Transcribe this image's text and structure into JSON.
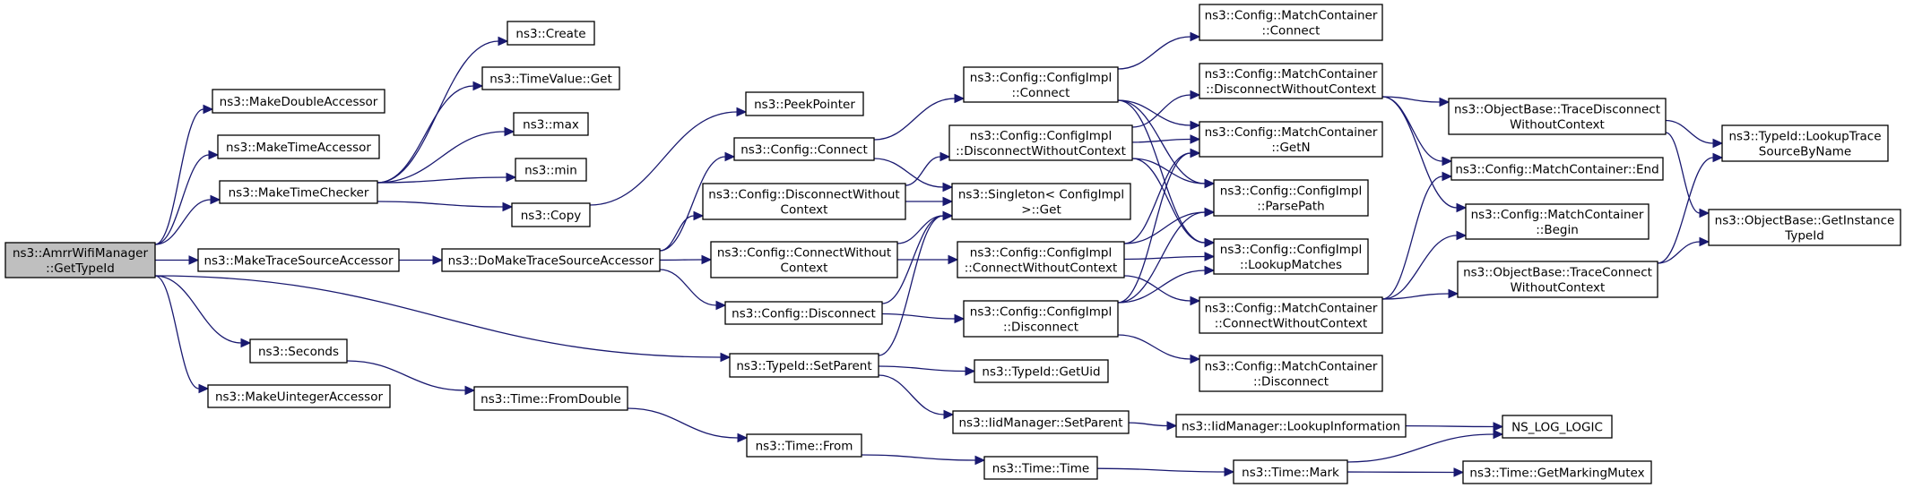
{
  "title": "Call graph of ns3::AmrrWifiManager::GetTypeId",
  "colors": {
    "edge": "#191970",
    "root_fill": "#bfbfbf",
    "node_fill": "#ffffff",
    "node_border": "#000000"
  },
  "nodes": [
    {
      "id": "root",
      "lines": [
        "ns3::AmrrWifiManager",
        "::GetTypeId"
      ],
      "root": true
    },
    {
      "id": "makeDouble",
      "lines": [
        "ns3::MakeDoubleAccessor"
      ]
    },
    {
      "id": "makeTimeAcc",
      "lines": [
        "ns3::MakeTimeAccessor"
      ]
    },
    {
      "id": "makeTimeChk",
      "lines": [
        "ns3::MakeTimeChecker"
      ]
    },
    {
      "id": "makeTraceSrc",
      "lines": [
        "ns3::MakeTraceSourceAccessor"
      ]
    },
    {
      "id": "seconds",
      "lines": [
        "ns3::Seconds"
      ]
    },
    {
      "id": "makeUint",
      "lines": [
        "ns3::MakeUintegerAccessor"
      ]
    },
    {
      "id": "create",
      "lines": [
        "ns3::Create"
      ]
    },
    {
      "id": "timeValueGet",
      "lines": [
        "ns3::TimeValue::Get"
      ]
    },
    {
      "id": "max",
      "lines": [
        "ns3::max"
      ]
    },
    {
      "id": "min",
      "lines": [
        "ns3::min"
      ]
    },
    {
      "id": "copy",
      "lines": [
        "ns3::Copy"
      ]
    },
    {
      "id": "doMakeTrace",
      "lines": [
        "ns3::DoMakeTraceSourceAccessor"
      ]
    },
    {
      "id": "fromDouble",
      "lines": [
        "ns3::Time::FromDouble"
      ]
    },
    {
      "id": "peekPointer",
      "lines": [
        "ns3::PeekPointer"
      ]
    },
    {
      "id": "cfgConnect",
      "lines": [
        "ns3::Config::Connect"
      ]
    },
    {
      "id": "cfgDiscWoC",
      "lines": [
        "ns3::Config::DisconnectWithout",
        "Context"
      ]
    },
    {
      "id": "cfgConnWoC",
      "lines": [
        "ns3::Config::ConnectWithout",
        "Context"
      ]
    },
    {
      "id": "cfgDisconnect",
      "lines": [
        "ns3::Config::Disconnect"
      ]
    },
    {
      "id": "setParent",
      "lines": [
        "ns3::TypeId::SetParent"
      ]
    },
    {
      "id": "timeFrom",
      "lines": [
        "ns3::Time::From"
      ]
    },
    {
      "id": "implConnect",
      "lines": [
        "ns3::Config::ConfigImpl",
        "::Connect"
      ]
    },
    {
      "id": "implDiscWoC",
      "lines": [
        "ns3::Config::ConfigImpl",
        "::DisconnectWithoutContext"
      ]
    },
    {
      "id": "singletonGet",
      "lines": [
        "ns3::Singleton< ConfigImpl",
        ">::Get"
      ]
    },
    {
      "id": "implConnWoC",
      "lines": [
        "ns3::Config::ConfigImpl",
        "::ConnectWithoutContext"
      ]
    },
    {
      "id": "implDisconnect",
      "lines": [
        "ns3::Config::ConfigImpl",
        "::Disconnect"
      ]
    },
    {
      "id": "getUid",
      "lines": [
        "ns3::TypeId::GetUid"
      ]
    },
    {
      "id": "iidSetParent",
      "lines": [
        "ns3::IidManager::SetParent"
      ]
    },
    {
      "id": "timeTime",
      "lines": [
        "ns3::Time::Time"
      ]
    },
    {
      "id": "mcConnect",
      "lines": [
        "ns3::Config::MatchContainer",
        "::Connect"
      ]
    },
    {
      "id": "mcDiscWoC",
      "lines": [
        "ns3::Config::MatchContainer",
        "::DisconnectWithoutContext"
      ]
    },
    {
      "id": "mcGetN",
      "lines": [
        "ns3::Config::MatchContainer",
        "::GetN"
      ]
    },
    {
      "id": "parsePath",
      "lines": [
        "ns3::Config::ConfigImpl",
        "::ParsePath"
      ]
    },
    {
      "id": "lookupMatches",
      "lines": [
        "ns3::Config::ConfigImpl",
        "::LookupMatches"
      ]
    },
    {
      "id": "mcConnWoC",
      "lines": [
        "ns3::Config::MatchContainer",
        "::ConnectWithoutContext"
      ]
    },
    {
      "id": "mcDisconnect",
      "lines": [
        "ns3::Config::MatchContainer",
        "::Disconnect"
      ]
    },
    {
      "id": "iidLookupInfo",
      "lines": [
        "ns3::IidManager::LookupInformation"
      ]
    },
    {
      "id": "timeMark",
      "lines": [
        "ns3::Time::Mark"
      ]
    },
    {
      "id": "traceDiscWoC",
      "lines": [
        "ns3::ObjectBase::TraceDisconnect",
        "WithoutContext"
      ]
    },
    {
      "id": "mcEnd",
      "lines": [
        "ns3::Config::MatchContainer::End"
      ]
    },
    {
      "id": "mcBegin",
      "lines": [
        "ns3::Config::MatchContainer",
        "::Begin"
      ]
    },
    {
      "id": "traceConnWoC",
      "lines": [
        "ns3::ObjectBase::TraceConnect",
        "WithoutContext"
      ]
    },
    {
      "id": "nsLogLogic",
      "lines": [
        "NS_LOG_LOGIC"
      ]
    },
    {
      "id": "getMarkingMutex",
      "lines": [
        "ns3::Time::GetMarkingMutex"
      ]
    },
    {
      "id": "lookupTrace",
      "lines": [
        "ns3::TypeId::LookupTrace",
        "SourceByName"
      ]
    },
    {
      "id": "getInstanceTypeId",
      "lines": [
        "ns3::ObjectBase::GetInstance",
        "TypeId"
      ]
    }
  ],
  "edges": [
    [
      "root",
      "makeDouble"
    ],
    [
      "root",
      "makeTimeAcc"
    ],
    [
      "root",
      "makeTimeChk"
    ],
    [
      "root",
      "makeTraceSrc"
    ],
    [
      "root",
      "setParent"
    ],
    [
      "root",
      "seconds"
    ],
    [
      "root",
      "makeUint"
    ],
    [
      "makeTimeChk",
      "create"
    ],
    [
      "makeTimeChk",
      "timeValueGet"
    ],
    [
      "makeTimeChk",
      "max"
    ],
    [
      "makeTimeChk",
      "min"
    ],
    [
      "makeTimeChk",
      "copy"
    ],
    [
      "copy",
      "peekPointer"
    ],
    [
      "makeTraceSrc",
      "doMakeTrace"
    ],
    [
      "doMakeTrace",
      "cfgConnect"
    ],
    [
      "doMakeTrace",
      "cfgDiscWoC"
    ],
    [
      "doMakeTrace",
      "cfgConnWoC"
    ],
    [
      "doMakeTrace",
      "cfgDisconnect"
    ],
    [
      "seconds",
      "fromDouble"
    ],
    [
      "fromDouble",
      "timeFrom"
    ],
    [
      "timeFrom",
      "timeTime"
    ],
    [
      "timeTime",
      "timeMark"
    ],
    [
      "cfgConnect",
      "implConnect"
    ],
    [
      "cfgConnect",
      "singletonGet"
    ],
    [
      "cfgDiscWoC",
      "implDiscWoC"
    ],
    [
      "cfgDiscWoC",
      "singletonGet"
    ],
    [
      "cfgConnWoC",
      "implConnWoC"
    ],
    [
      "cfgConnWoC",
      "singletonGet"
    ],
    [
      "cfgDisconnect",
      "implDisconnect"
    ],
    [
      "cfgDisconnect",
      "singletonGet"
    ],
    [
      "setParent",
      "singletonGet"
    ],
    [
      "setParent",
      "getUid"
    ],
    [
      "setParent",
      "iidSetParent"
    ],
    [
      "iidSetParent",
      "iidLookupInfo"
    ],
    [
      "iidLookupInfo",
      "nsLogLogic"
    ],
    [
      "timeMark",
      "nsLogLogic"
    ],
    [
      "timeMark",
      "getMarkingMutex"
    ],
    [
      "implConnect",
      "mcConnect"
    ],
    [
      "implConnect",
      "mcGetN"
    ],
    [
      "implConnect",
      "parsePath"
    ],
    [
      "implConnect",
      "lookupMatches"
    ],
    [
      "implDiscWoC",
      "mcDiscWoC"
    ],
    [
      "implDiscWoC",
      "mcGetN"
    ],
    [
      "implDiscWoC",
      "parsePath"
    ],
    [
      "implDiscWoC",
      "lookupMatches"
    ],
    [
      "implConnWoC",
      "mcConnWoC"
    ],
    [
      "implConnWoC",
      "mcGetN"
    ],
    [
      "implConnWoC",
      "parsePath"
    ],
    [
      "implConnWoC",
      "lookupMatches"
    ],
    [
      "implDisconnect",
      "mcDisconnect"
    ],
    [
      "implDisconnect",
      "mcGetN"
    ],
    [
      "implDisconnect",
      "parsePath"
    ],
    [
      "implDisconnect",
      "lookupMatches"
    ],
    [
      "mcDiscWoC",
      "traceDiscWoC"
    ],
    [
      "mcDiscWoC",
      "mcEnd"
    ],
    [
      "mcDiscWoC",
      "mcBegin"
    ],
    [
      "mcConnWoC",
      "traceConnWoC"
    ],
    [
      "mcConnWoC",
      "mcEnd"
    ],
    [
      "mcConnWoC",
      "mcBegin"
    ],
    [
      "traceDiscWoC",
      "lookupTrace"
    ],
    [
      "traceDiscWoC",
      "getInstanceTypeId"
    ],
    [
      "traceConnWoC",
      "lookupTrace"
    ],
    [
      "traceConnWoC",
      "getInstanceTypeId"
    ]
  ]
}
